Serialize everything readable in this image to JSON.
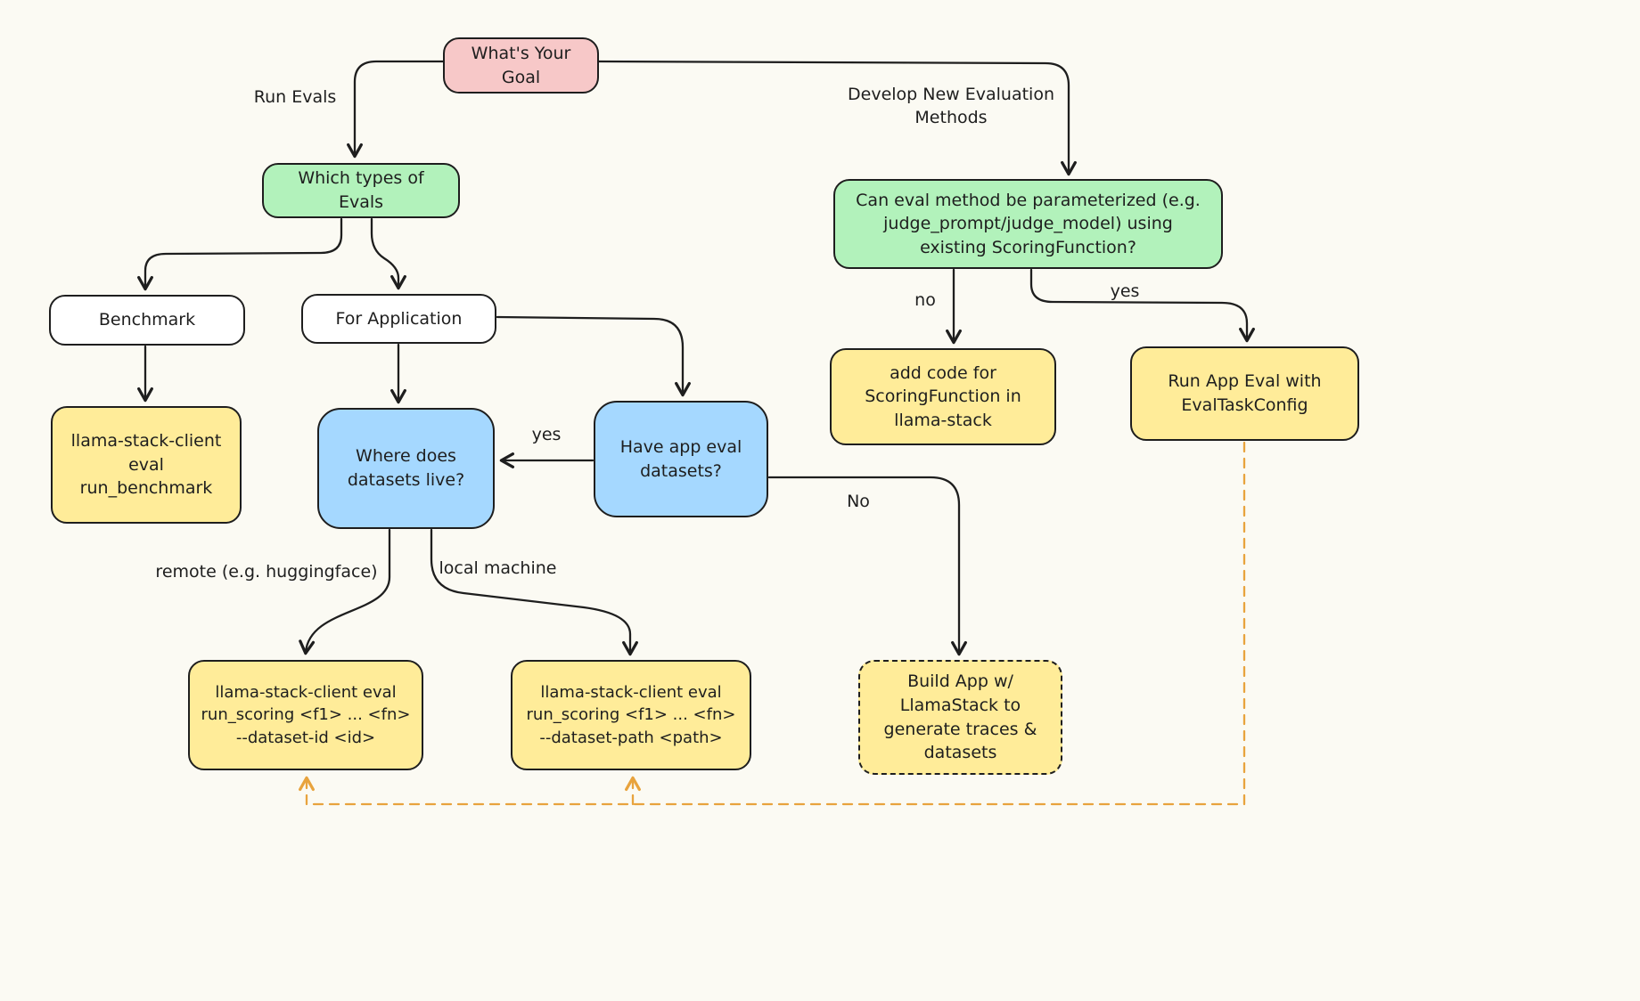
{
  "nodes": {
    "goal": {
      "label": "What's Your\nGoal"
    },
    "which_types": {
      "label": "Which types of\nEvals"
    },
    "param_question": {
      "label": "Can eval method be parameterized (e.g.\njudge_prompt/judge_model) using\nexisting ScoringFunction?"
    },
    "benchmark": {
      "label": "Benchmark"
    },
    "for_application": {
      "label": "For Application"
    },
    "run_benchmark": {
      "label": "llama-stack-client\neval run_benchmark"
    },
    "where_datasets": {
      "label": "Where does\ndatasets live?"
    },
    "have_datasets": {
      "label": "Have app eval\ndatasets?"
    },
    "add_code": {
      "label": "add code for\nScoringFunction in\nllama-stack"
    },
    "run_app_eval": {
      "label": "Run App Eval with\nEvalTaskConfig"
    },
    "run_scoring_id": {
      "label": "llama-stack-client eval\nrun_scoring <f1> ... <fn>\n--dataset-id <id>"
    },
    "run_scoring_path": {
      "label": "llama-stack-client eval\nrun_scoring <f1> ... <fn>\n--dataset-path <path>"
    },
    "build_app": {
      "label": "Build App w/\nLlamaStack to\ngenerate traces &\ndatasets"
    }
  },
  "edge_labels": {
    "run_evals": "Run Evals",
    "develop_new": "Develop New Evaluation\nMethods",
    "no_param": "no",
    "yes_param": "yes",
    "yes_have": "yes",
    "no_have": "No",
    "remote": "remote (e.g. huggingface)",
    "local": "local machine"
  },
  "colors": {
    "bg": "#fbfaf3",
    "stroke": "#1e1e1e",
    "pink": "#f7c8c8",
    "green": "#b2f2bb",
    "yellow": "#ffec99",
    "blue": "#a5d8ff",
    "white": "#ffffff",
    "orange": "#e8a33d"
  }
}
